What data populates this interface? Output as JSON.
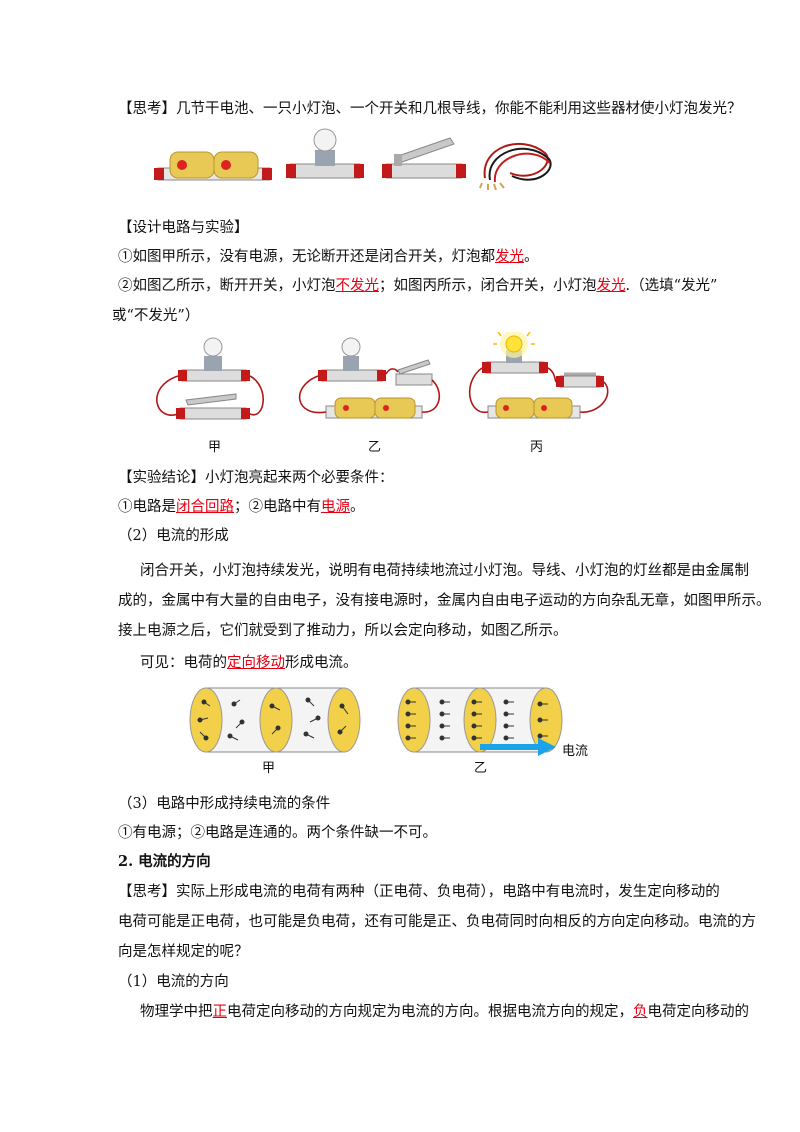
{
  "think1": {
    "tag": "【思考】",
    "text": "几节干电池、一只小灯泡、一个开关和几根导线，你能不能利用这些器材使小灯泡发光？"
  },
  "design": {
    "heading": "【设计电路与实验】"
  },
  "item1": {
    "pre": "①如图甲所示，没有电源，无论断开还是闭合开关，灯泡都",
    "ans": "发光",
    "post": "。"
  },
  "item2": {
    "pre": "②如图乙所示，断开开关，小灯泡",
    "ans1": "不发光",
    "mid": "；如图丙所示，闭合开关，小灯泡",
    "ans2": "发光",
    "post": ".（选填“发光”",
    "line2": "或“不发光”）"
  },
  "circuit_captions": {
    "a": "甲",
    "b": "乙",
    "c": "丙"
  },
  "conclusion": {
    "tag": "【实验结论】",
    "text": "小灯泡亮起来两个必要条件："
  },
  "cond": {
    "pre": "①电路是",
    "ans1": "闭合回路",
    "mid": "；②电路中有",
    "ans2": "电源",
    "post": "。"
  },
  "sec2": {
    "title": "（2）电流的形成"
  },
  "para1": {
    "l1": "闭合开关，小灯泡持续发光，说明有电荷持续地流过小灯泡。导线、小灯泡的灯丝都是由金属制",
    "l2": "成的，金属中有大量的自由电子，没有接电源时，金属内自由电子运动的方向杂乱无章，如图甲所示。",
    "l3": "接上电源之后，它们就受到了推动力，所以会定向移动，如图乙所示。"
  },
  "seen": {
    "pre": "可见：电荷的",
    "ans": "定向移动",
    "post": "形成电流。"
  },
  "electron_captions": {
    "a": "甲",
    "b": "乙",
    "arrow": "电流"
  },
  "sec3": {
    "title": "（3）电路中形成持续电流的条件"
  },
  "sec3_text": "①有电源；②电路是连通的。两个条件缺一不可。",
  "h2": "2. 电流的方向",
  "think2": {
    "tag": "【思考】",
    "l1": "实际上形成电流的电荷有两种（正电荷、负电荷），电路中有电流时，发生定向移动的",
    "l2": "电荷可能是正电荷，也可能是负电荷，还有可能是正、负电荷同时向相反的方向定向移动。电流的方",
    "l3": "向是怎样规定的呢？"
  },
  "sub1": {
    "title": "（1）电流的方向"
  },
  "last": {
    "pre": "物理学中把",
    "ans1": "正",
    "mid": "电荷定向移动的方向规定为电流的方向。根据电流方向的规定，",
    "ans2": "负",
    "post": "电荷定向移动的"
  },
  "colors": {
    "answer_red": "#e60012",
    "arrow_blue": "#1aa3e8",
    "battery_yellow": "#f2d04a",
    "wire_red": "#b01818"
  }
}
